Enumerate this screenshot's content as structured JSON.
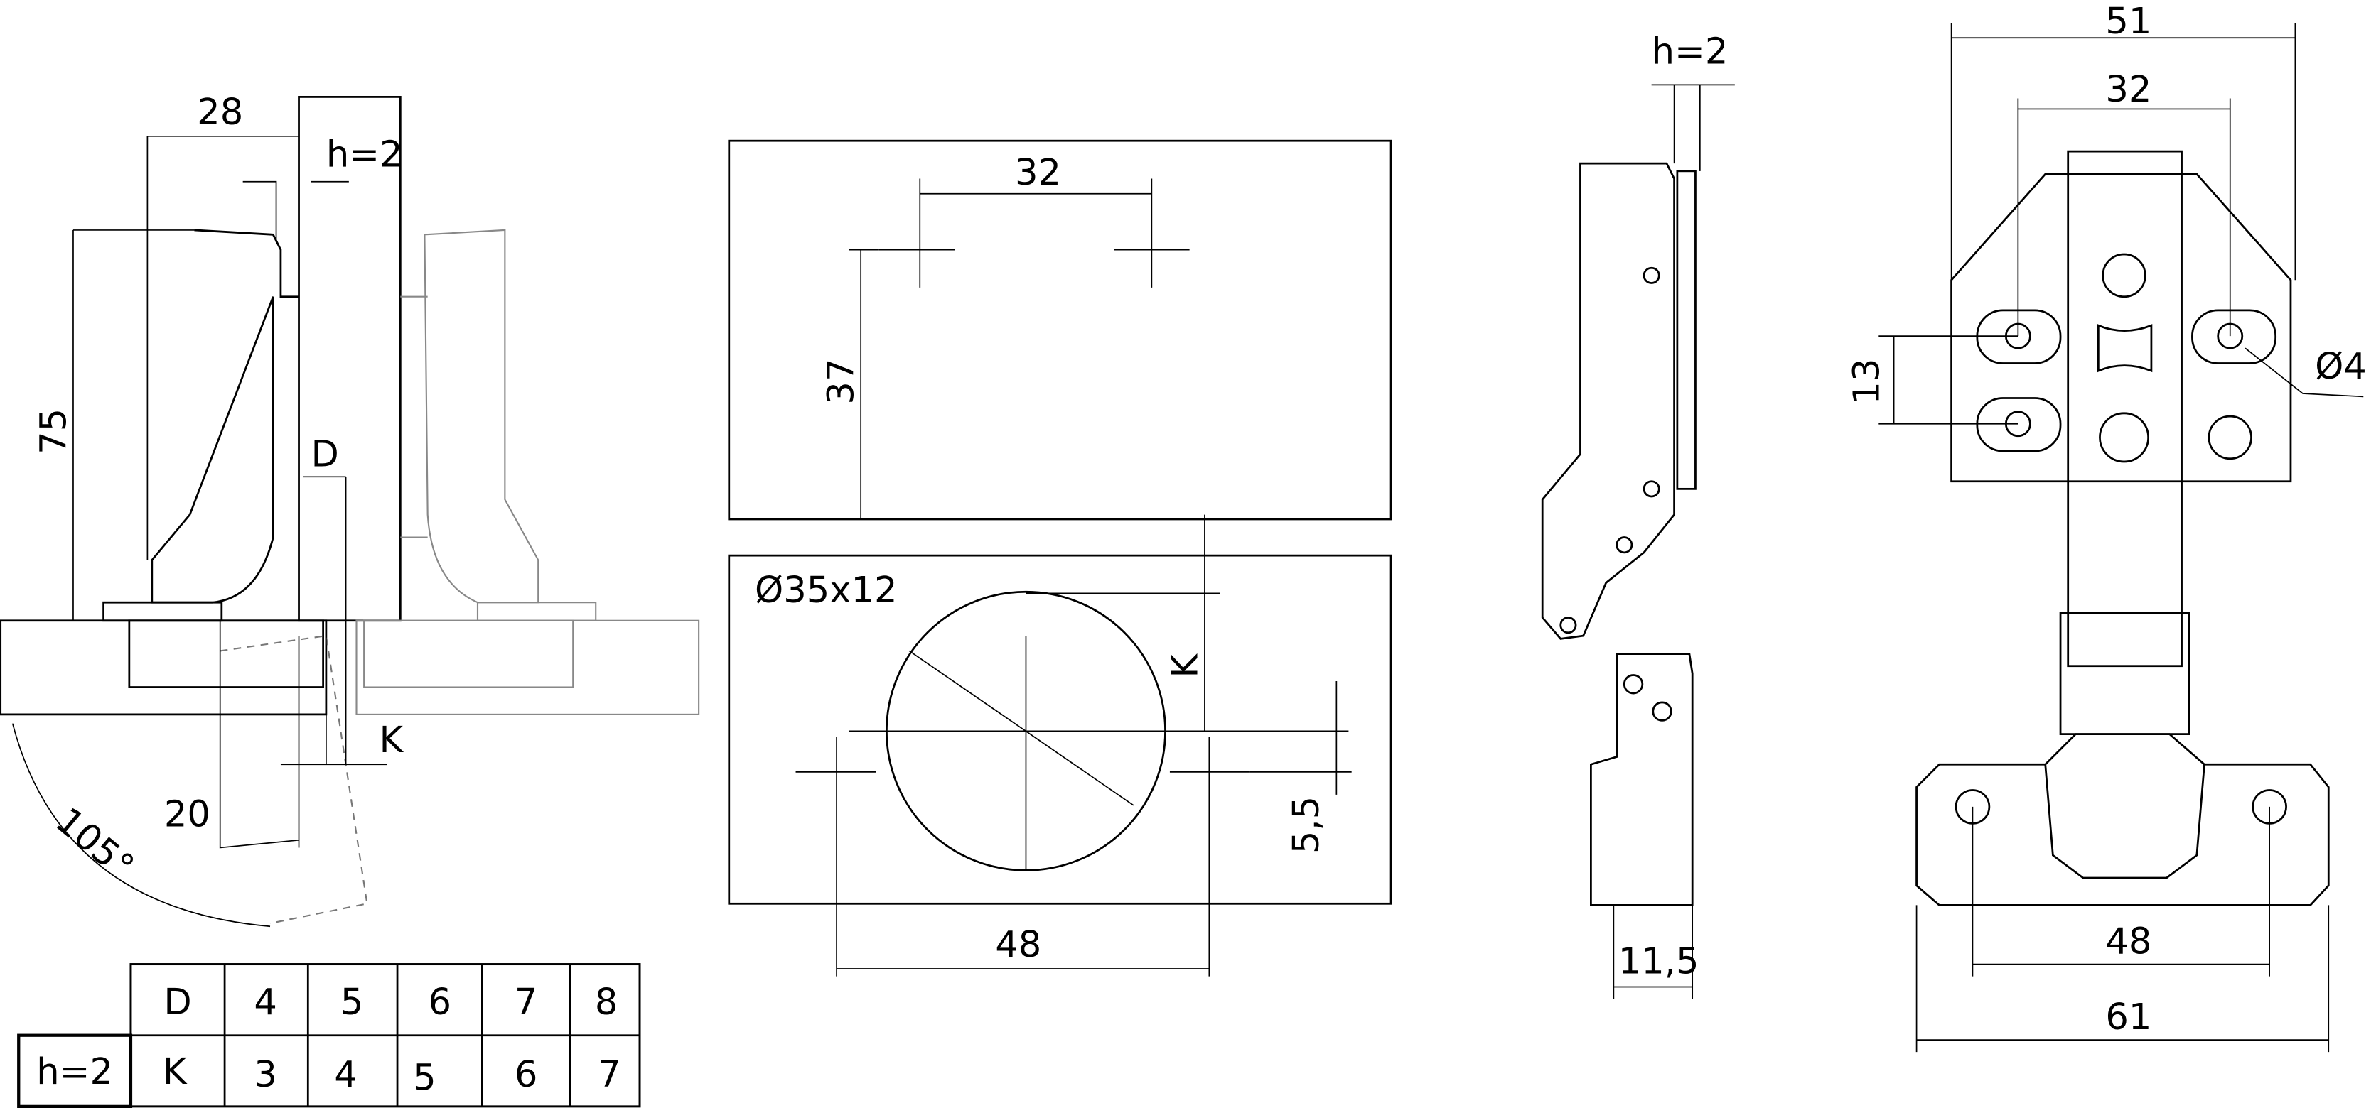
{
  "side_view": {
    "dim_width": "28",
    "dim_h": "h=2",
    "dim_height": "75",
    "dim_d": "D",
    "dim_k": "K",
    "dim_20": "20",
    "angle": "105°"
  },
  "drill_plate": {
    "dim_spacing": "32",
    "dim_vertical": "37"
  },
  "drill_cup": {
    "cup": "Ø35x12",
    "dim_k": "K",
    "dim_offset": "5,5",
    "dim_spacing": "48"
  },
  "profile_view": {
    "dim_h": "h=2",
    "dim_depth": "11,5"
  },
  "front_view": {
    "dim_total": "51",
    "dim_holes": "32",
    "dim_vertical": "13",
    "hole_dia": "Ø4",
    "dim_base_holes": "48",
    "dim_base": "61"
  },
  "table": {
    "row_label": "h=2",
    "header": [
      "D",
      "4",
      "5",
      "6",
      "7",
      "8"
    ],
    "row": [
      "K",
      "3",
      "4",
      "5",
      "6",
      "7"
    ]
  }
}
